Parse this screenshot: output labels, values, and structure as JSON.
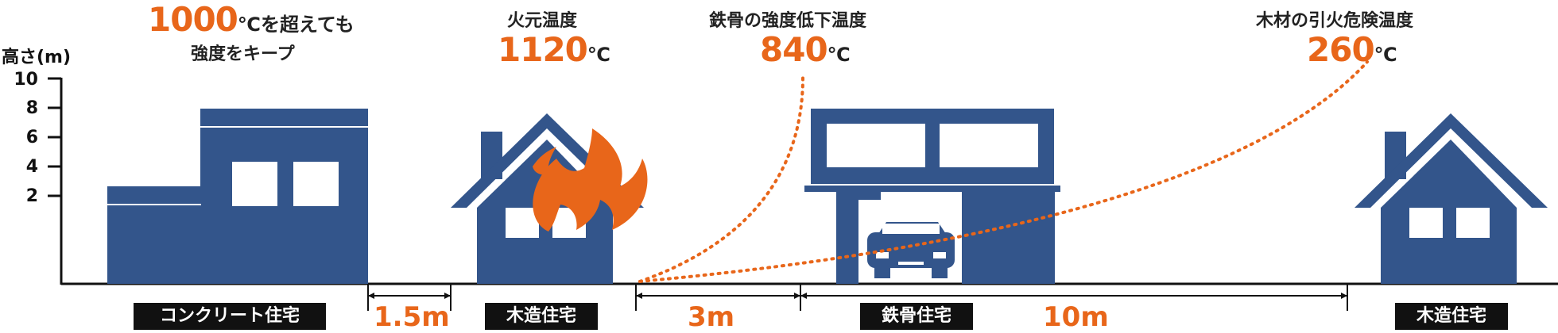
{
  "y_axis": {
    "label": "高さ(m)",
    "ticks": [
      "10",
      "8",
      "6",
      "4",
      "2"
    ]
  },
  "annotations": {
    "concrete_caption_value": "1000",
    "concrete_caption_unit": "℃を超えても",
    "concrete_caption_line2": "強度をキープ",
    "fire_title": "火元温度",
    "fire_value": "1120",
    "fire_unit": "℃",
    "steel_title": "鉄骨の強度低下温度",
    "steel_value": "840",
    "steel_unit": "℃",
    "wood_title": "木材の引火危険温度",
    "wood_value": "260",
    "wood_unit": "℃"
  },
  "buildings": {
    "concrete": "コンクリート住宅",
    "wood_fire": "木造住宅",
    "steel": "鉄骨住宅",
    "wood_right": "木造住宅"
  },
  "distances": {
    "d1": "1.5m",
    "d2": "3m",
    "d3": "10m"
  },
  "colors": {
    "building": "#33558b",
    "accent": "#e8661a",
    "text": "#111111"
  },
  "icons": [
    "flame-icon",
    "car-icon"
  ]
}
